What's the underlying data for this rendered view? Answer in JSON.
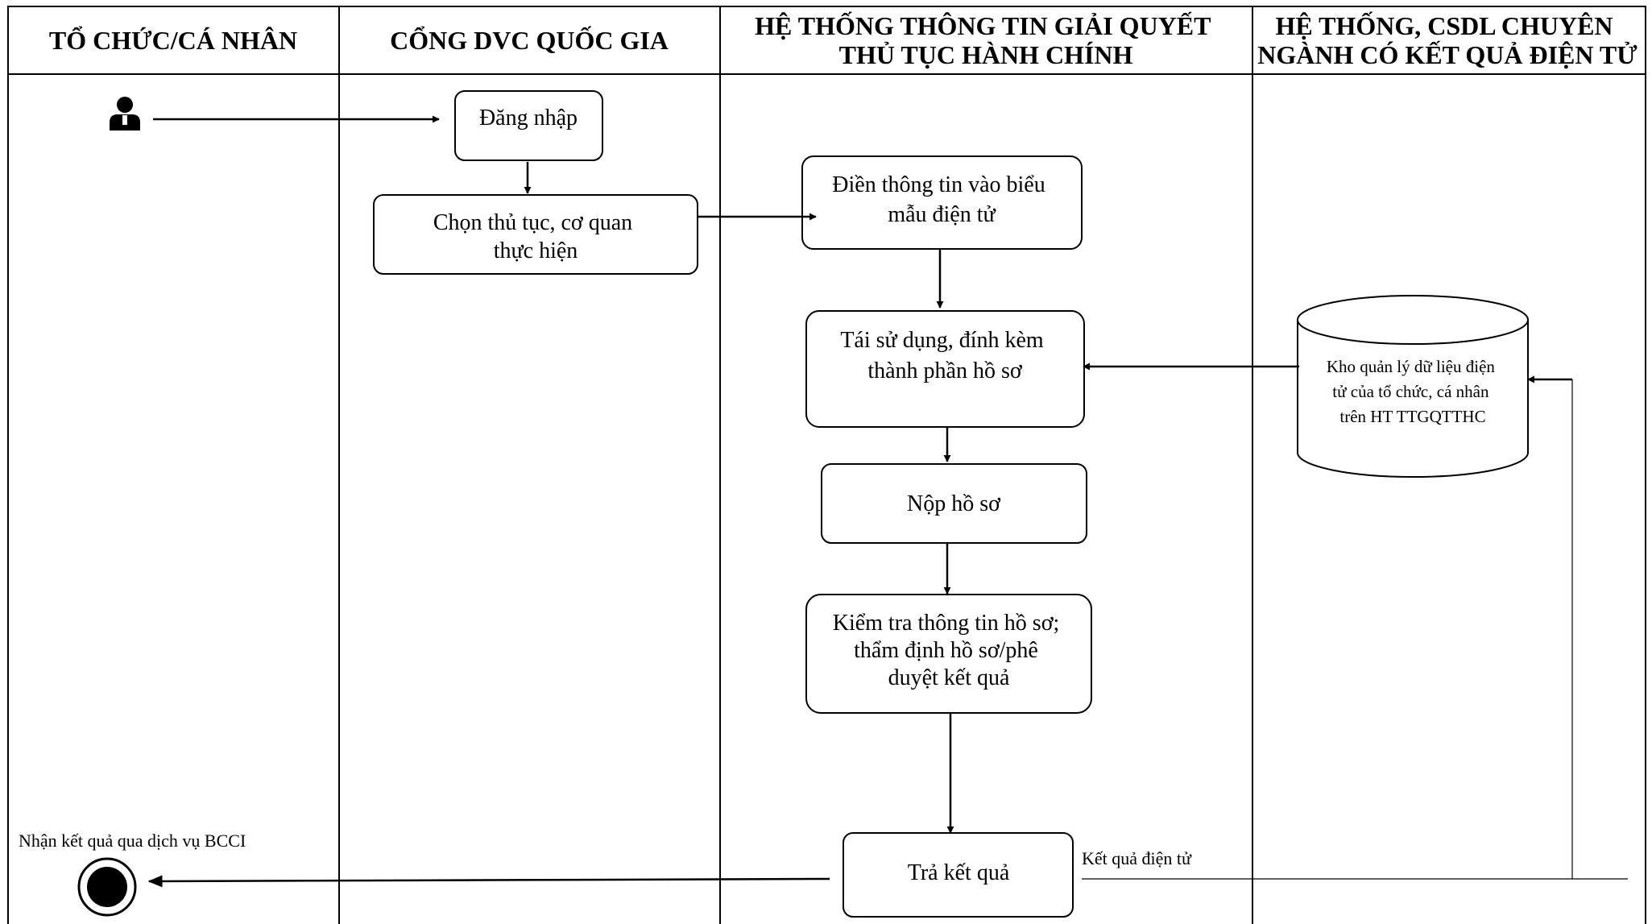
{
  "lanes": [
    {
      "title_lines": [
        "TỔ CHỨC/CÁ NHÂN"
      ]
    },
    {
      "title_lines": [
        "CỔNG DVC QUỐC GIA"
      ]
    },
    {
      "title_lines": [
        "HỆ THỐNG THÔNG TIN GIẢI QUYẾT",
        "THỦ TỤC HÀNH CHÍNH"
      ]
    },
    {
      "title_lines": [
        "HỆ THỐNG, CSDL CHUYÊN",
        "NGÀNH CÓ KẾT QUẢ ĐIỆN TỬ"
      ]
    }
  ],
  "nodes": {
    "login": [
      "Đăng nhập"
    ],
    "choose_procedure": [
      "Chọn thủ tục, cơ quan",
      "thực hiện"
    ],
    "fill_form": [
      "Điền thông tin vào biểu",
      "mẫu điện tử"
    ],
    "reuse_attach": [
      "Tái sử dụng, đính kèm",
      "thành phần hồ sơ"
    ],
    "submit": [
      "Nộp hồ sơ"
    ],
    "review": [
      "Kiểm tra thông tin hồ sơ;",
      "thẩm định hồ sơ/phê",
      "duyệt kết quả"
    ],
    "return_result": [
      "Trả kết quả"
    ],
    "data_store": [
      "Kho quản lý dữ liệu điện",
      "tử của tổ chức, cá nhân",
      "trên HT TTGQTTHC"
    ]
  },
  "labels": {
    "receive_bcci": "Nhận kết quả qua dịch vụ BCCI",
    "electronic_result": "Kết quả điện tử"
  },
  "icons": {
    "actor": "person-icon",
    "end": "end-state-icon"
  },
  "colors": {
    "line": "#000000",
    "background": "#ffffff"
  }
}
